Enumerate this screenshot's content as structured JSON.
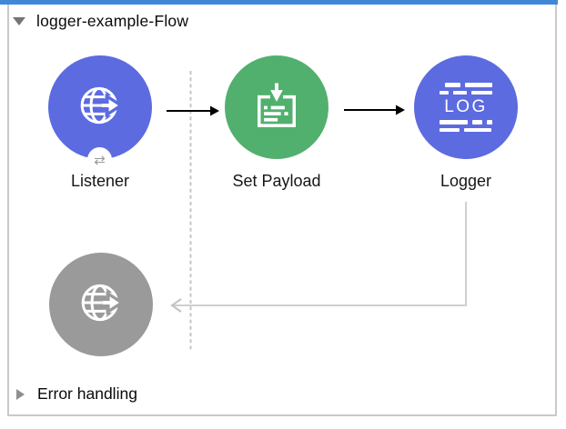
{
  "colors": {
    "selection_bar_blue": "#3F88D8",
    "node_blue": "#5C6BE0",
    "node_green": "#52B06E",
    "node_gray": "#9A9A9A",
    "frame_border": "#C9C9C9",
    "connector_gray": "#CFCFCF",
    "arrow_black": "#000000"
  },
  "flow": {
    "title": "logger-example-Flow",
    "collapse_icon": "triangle-down",
    "nodes": [
      {
        "label": "Listener",
        "type": "http-listener",
        "badge_glyph": "⇄"
      },
      {
        "label": "Set Payload",
        "type": "set-payload"
      },
      {
        "label": "Logger",
        "type": "logger",
        "icon_text": "LOG"
      },
      {
        "label": "",
        "type": "http-response-listener"
      }
    ]
  },
  "error_handling": {
    "label": "Error handling",
    "expand_icon": "triangle-right"
  }
}
